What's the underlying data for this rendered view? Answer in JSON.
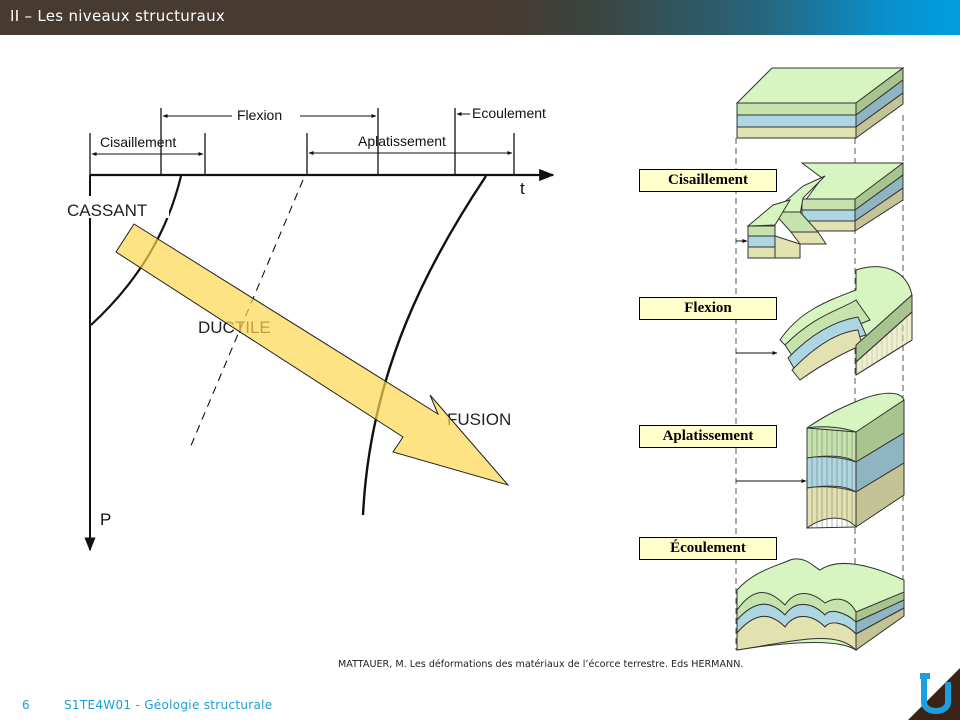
{
  "header": {
    "title": "II – Les niveaux structuraux"
  },
  "diagram": {
    "axes": {
      "x_label": "t",
      "y_label": "P"
    },
    "ranges": [
      {
        "label": "Cisaillement"
      },
      {
        "label": "Flexion"
      },
      {
        "label": "Aplatissement"
      },
      {
        "label": "Ecoulement"
      }
    ],
    "domains": {
      "brittle": "CASSANT",
      "ductile": "DUCTILE",
      "melting": "FUSION"
    },
    "arrow_color": "#fce17a"
  },
  "blocks": {
    "labels": [
      {
        "text": "Cisaillement"
      },
      {
        "text": "Flexion"
      },
      {
        "text": "Aplatissement"
      },
      {
        "text": "Écoulement"
      }
    ],
    "label_bg": "#ffffcc",
    "layer_colors": {
      "top": "#c6e3ad",
      "middle": "#aed6e2",
      "bottom": "#e2e2b0",
      "surface": "#d6f5c0"
    }
  },
  "footer": {
    "citation": "MATTAUER, M. Les déformations des matériaux de l’écorce terrestre. Eds HERMANN.",
    "page_number": "6",
    "course": "S1TE4W01 - Géologie  structurale",
    "accent_color": "#1a9fd8"
  }
}
